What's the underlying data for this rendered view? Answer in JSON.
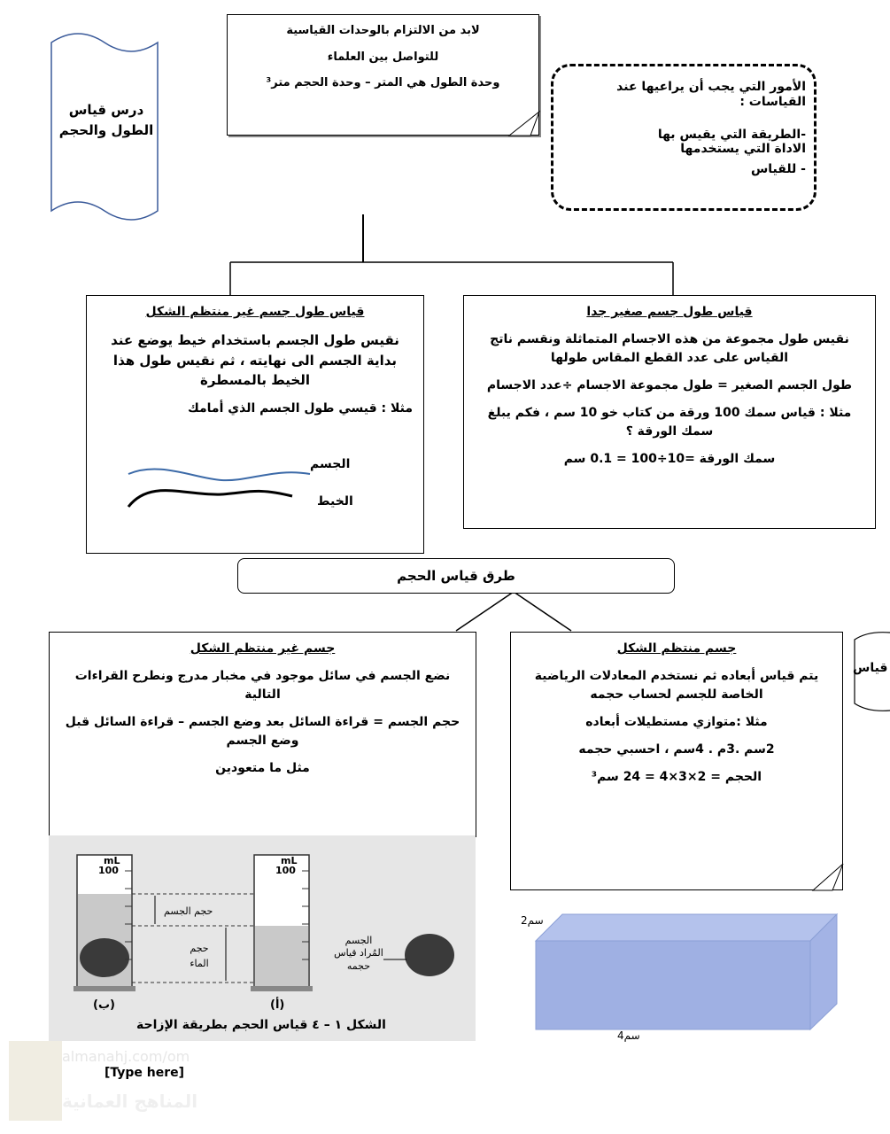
{
  "scroll": {
    "title_line1": "درس قياس",
    "title_line2": "الطول والحجم"
  },
  "top_note": {
    "line1": "لابد من الالتزام بالوحدات القياسية",
    "line2": "للتواصل بين العلماء",
    "line3": "وحدة الطول هي المتر – وحدة الحجم متر³"
  },
  "dotted_box": {
    "line1": "الأمور التي يجب أن يراعيها عند القياسات :",
    "line2": "-الطريقة التي يقيس بها",
    "line3": "الاداة التي يستخدمها",
    "line4": "- للقياس"
  },
  "small_object": {
    "heading": "قياس طول جسم صغير جدا",
    "p1": "نقيس طول مجموعة من هذه الاجسام المتماثلة ونقسم ناتج القياس على عدد القطع المقاس طولها",
    "p2": "طول الجسم الصغير = طول مجموعة الاجسام ÷عدد الاجسام",
    "p3": "مثلا : قياس سمك 100 ورقة من كتاب خو 10 سم ، فكم يبلغ سمك الورقة ؟",
    "p4": "سمك الورقة =10÷100 = 0.1 سم"
  },
  "irregular_length": {
    "heading": "قياس طول جسم غير منتظم الشكل",
    "p1": "نقيس طول الجسم باستخدام خيط يوضع عند بداية الجسم الى نهايته ، ثم نقيس طول هذا الخيط بالمسطرة",
    "p2": "مثلا : قيسي طول الجسم الذي أمامك",
    "label_body": "الجسم",
    "label_thread": "الخيط"
  },
  "volume_methods": {
    "label": "طرق قياس الحجم"
  },
  "irregular_volume": {
    "heading": "جسم  غير منتظم الشكل",
    "p1": "نضع الجسم في سائل موجود في مخبار مدرج ونطرح القراءات التالية",
    "p2": "حجم الجسم  = قراءة السائل بعد وضع الجسم – قراءة السائل قبل وضع الجسم",
    "p3": "مثل ما متعودين"
  },
  "regular_volume": {
    "heading": "جسم منتظم الشكل",
    "p1": "يتم قياس أبعاده ثم نستخدم المعادلات الرياضية الخاصة للجسم لحساب حجمه",
    "p2": "مثلا :متوازي مستطيلات أبعاده",
    "p3": "2سم .3م . 4سم ، احسبي حجمه",
    "p4": "الحجم = 2×3×4 = 24 سم³"
  },
  "edge_tab": {
    "label": "قياس"
  },
  "figure": {
    "unit": "mL",
    "max": "100",
    "label_object_volume": "حجم الجسم",
    "label_water_volume": "حجم الماء",
    "label_object": "الجسم المُراد قياس حجمه",
    "label_b": "(ب)",
    "label_a": "(أ)",
    "caption": "الشكل ١ – ٤   قياس الحجم بطريقة الإزاحة"
  },
  "box3d": {
    "label_height": "2سم",
    "label_length": "4سم",
    "fill": "#8fa3dc"
  },
  "footer": {
    "type_here": "[Type here]",
    "watermark_url": "almanahj.com/om",
    "watermark_name": "المناهج العمانية"
  }
}
